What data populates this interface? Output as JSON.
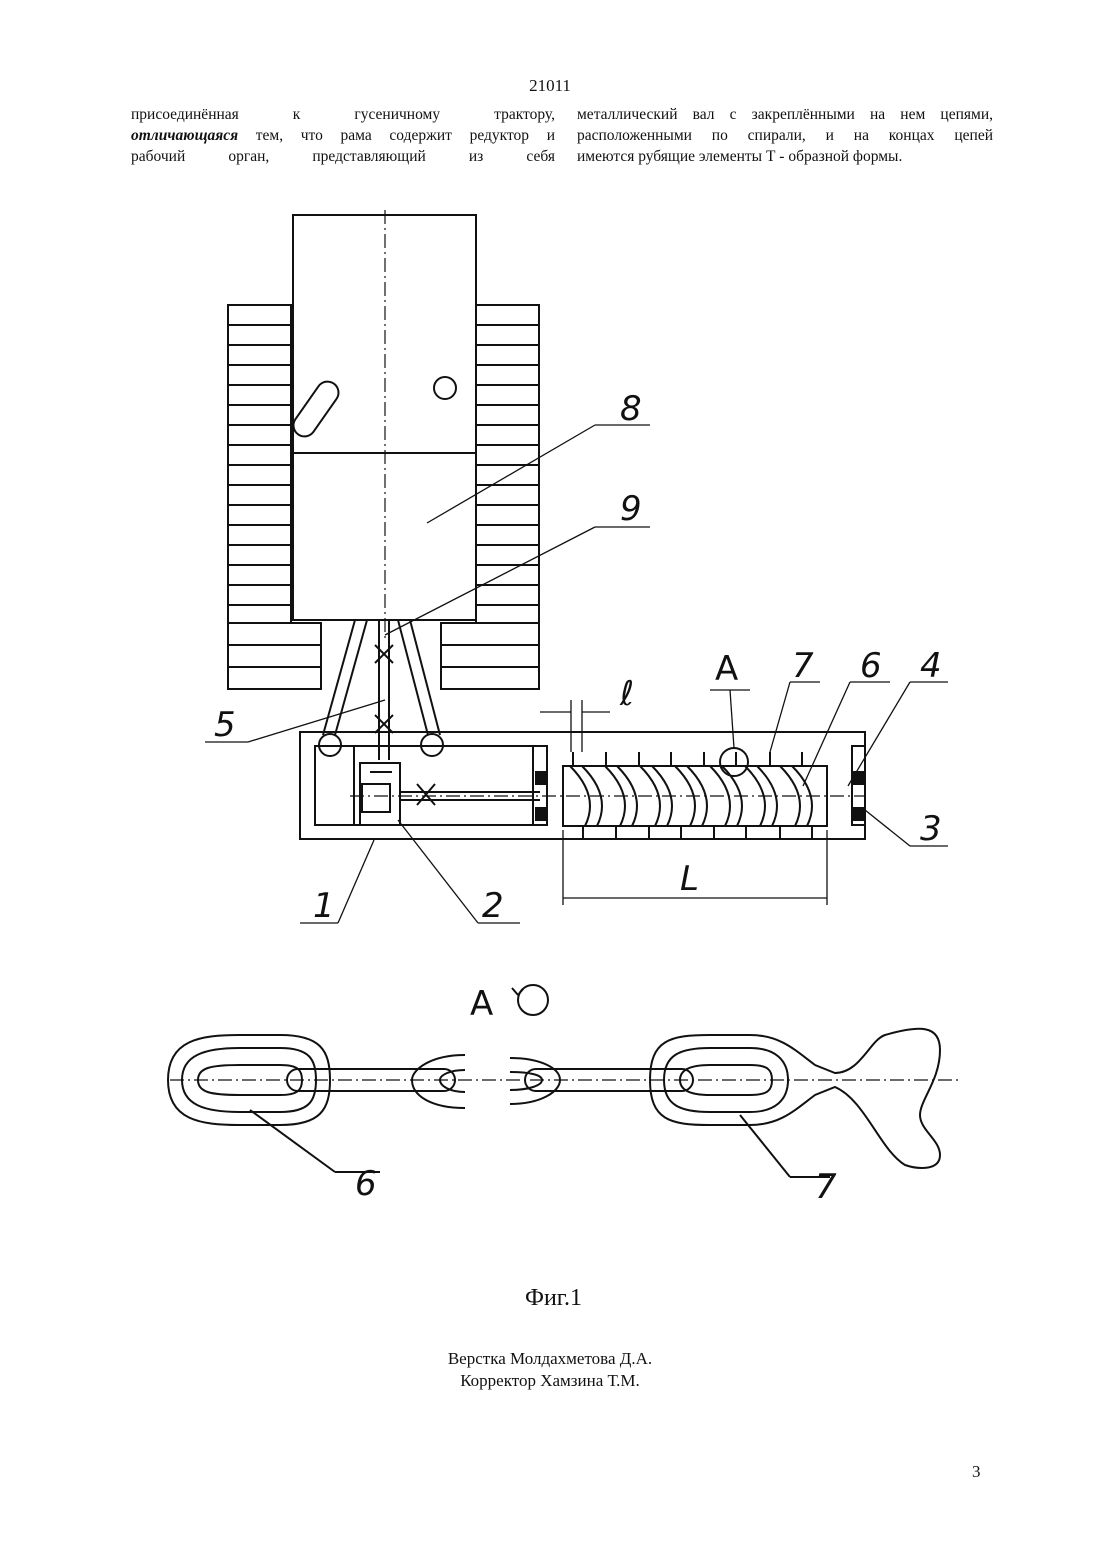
{
  "header": {
    "page_code": "21011"
  },
  "columns": {
    "left": {
      "line1": "присоединённая к гусеничному трактору,",
      "line2_bold": "отличающаяся",
      "line2_rest": " тем, что рама содержит редуктор и",
      "line3": "рабочий орган, представляющий из себя"
    },
    "right": {
      "line1": "металлический вал с закреплёнными на нем цепями,",
      "line2": "расположенными по спирали, и на концах цепей",
      "line3": "имеются рубящие элементы Т - образной формы."
    }
  },
  "figure": {
    "labels": {
      "l1": "1",
      "l2": "2",
      "l3": "3",
      "l4": "4",
      "l5": "5",
      "l6": "6",
      "l7": "7",
      "l8": "8",
      "l9": "9",
      "detail_ref": "A",
      "small_l": "ℓ",
      "big_l": "L",
      "detail_title": "A",
      "chain6": "6",
      "chain7": "7"
    },
    "caption": "Фиг.1"
  },
  "credits": {
    "layout": "Верстка Молдахметова Д.А.",
    "corrector": "Корректор Хамзина Т.М."
  },
  "footer": {
    "page_number": "3"
  }
}
